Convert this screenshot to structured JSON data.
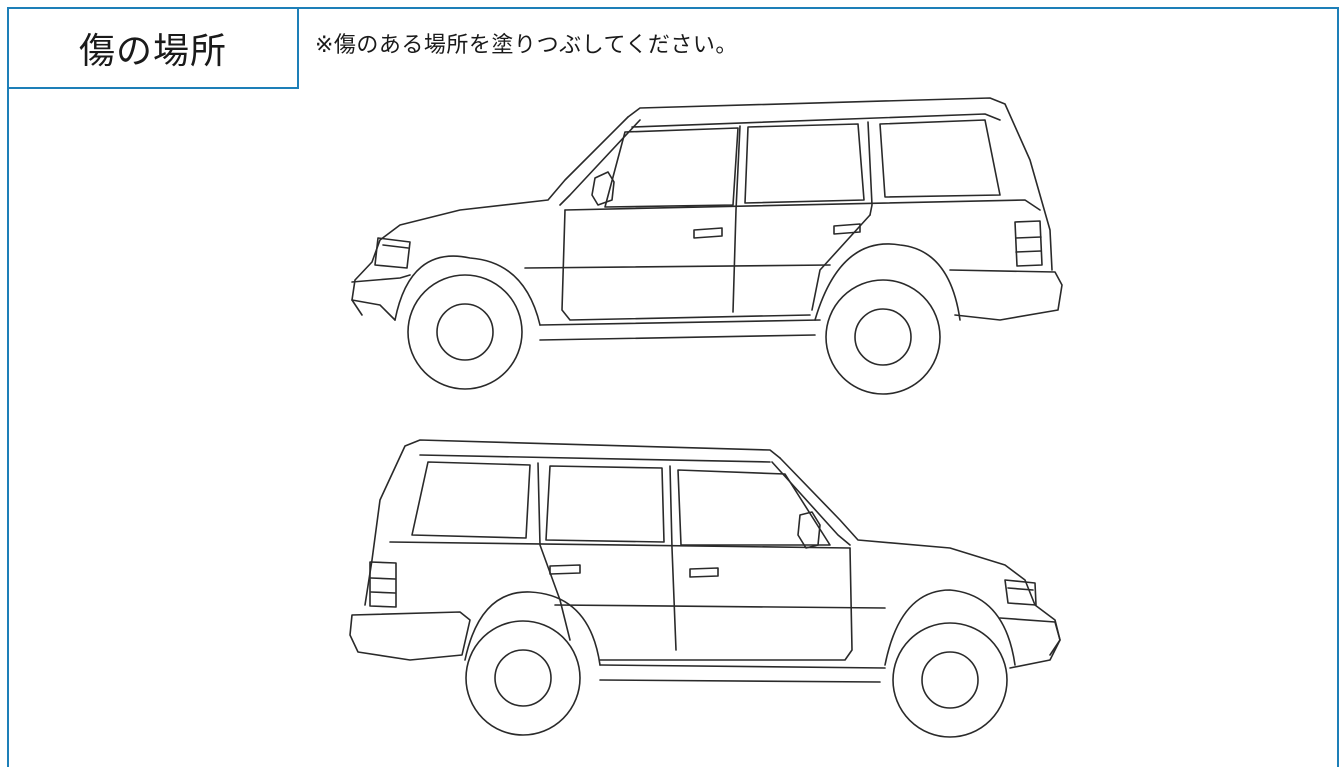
{
  "header": {
    "label": "傷の場所",
    "instruction": "※傷のある場所を塗りつぶしてください。"
  },
  "accent_color": "#1d7fb8",
  "diagram": {
    "views": [
      {
        "name": "car-left-side-view",
        "icon": "suv-left-side-icon"
      },
      {
        "name": "car-right-side-view",
        "icon": "suv-right-side-icon"
      }
    ]
  }
}
